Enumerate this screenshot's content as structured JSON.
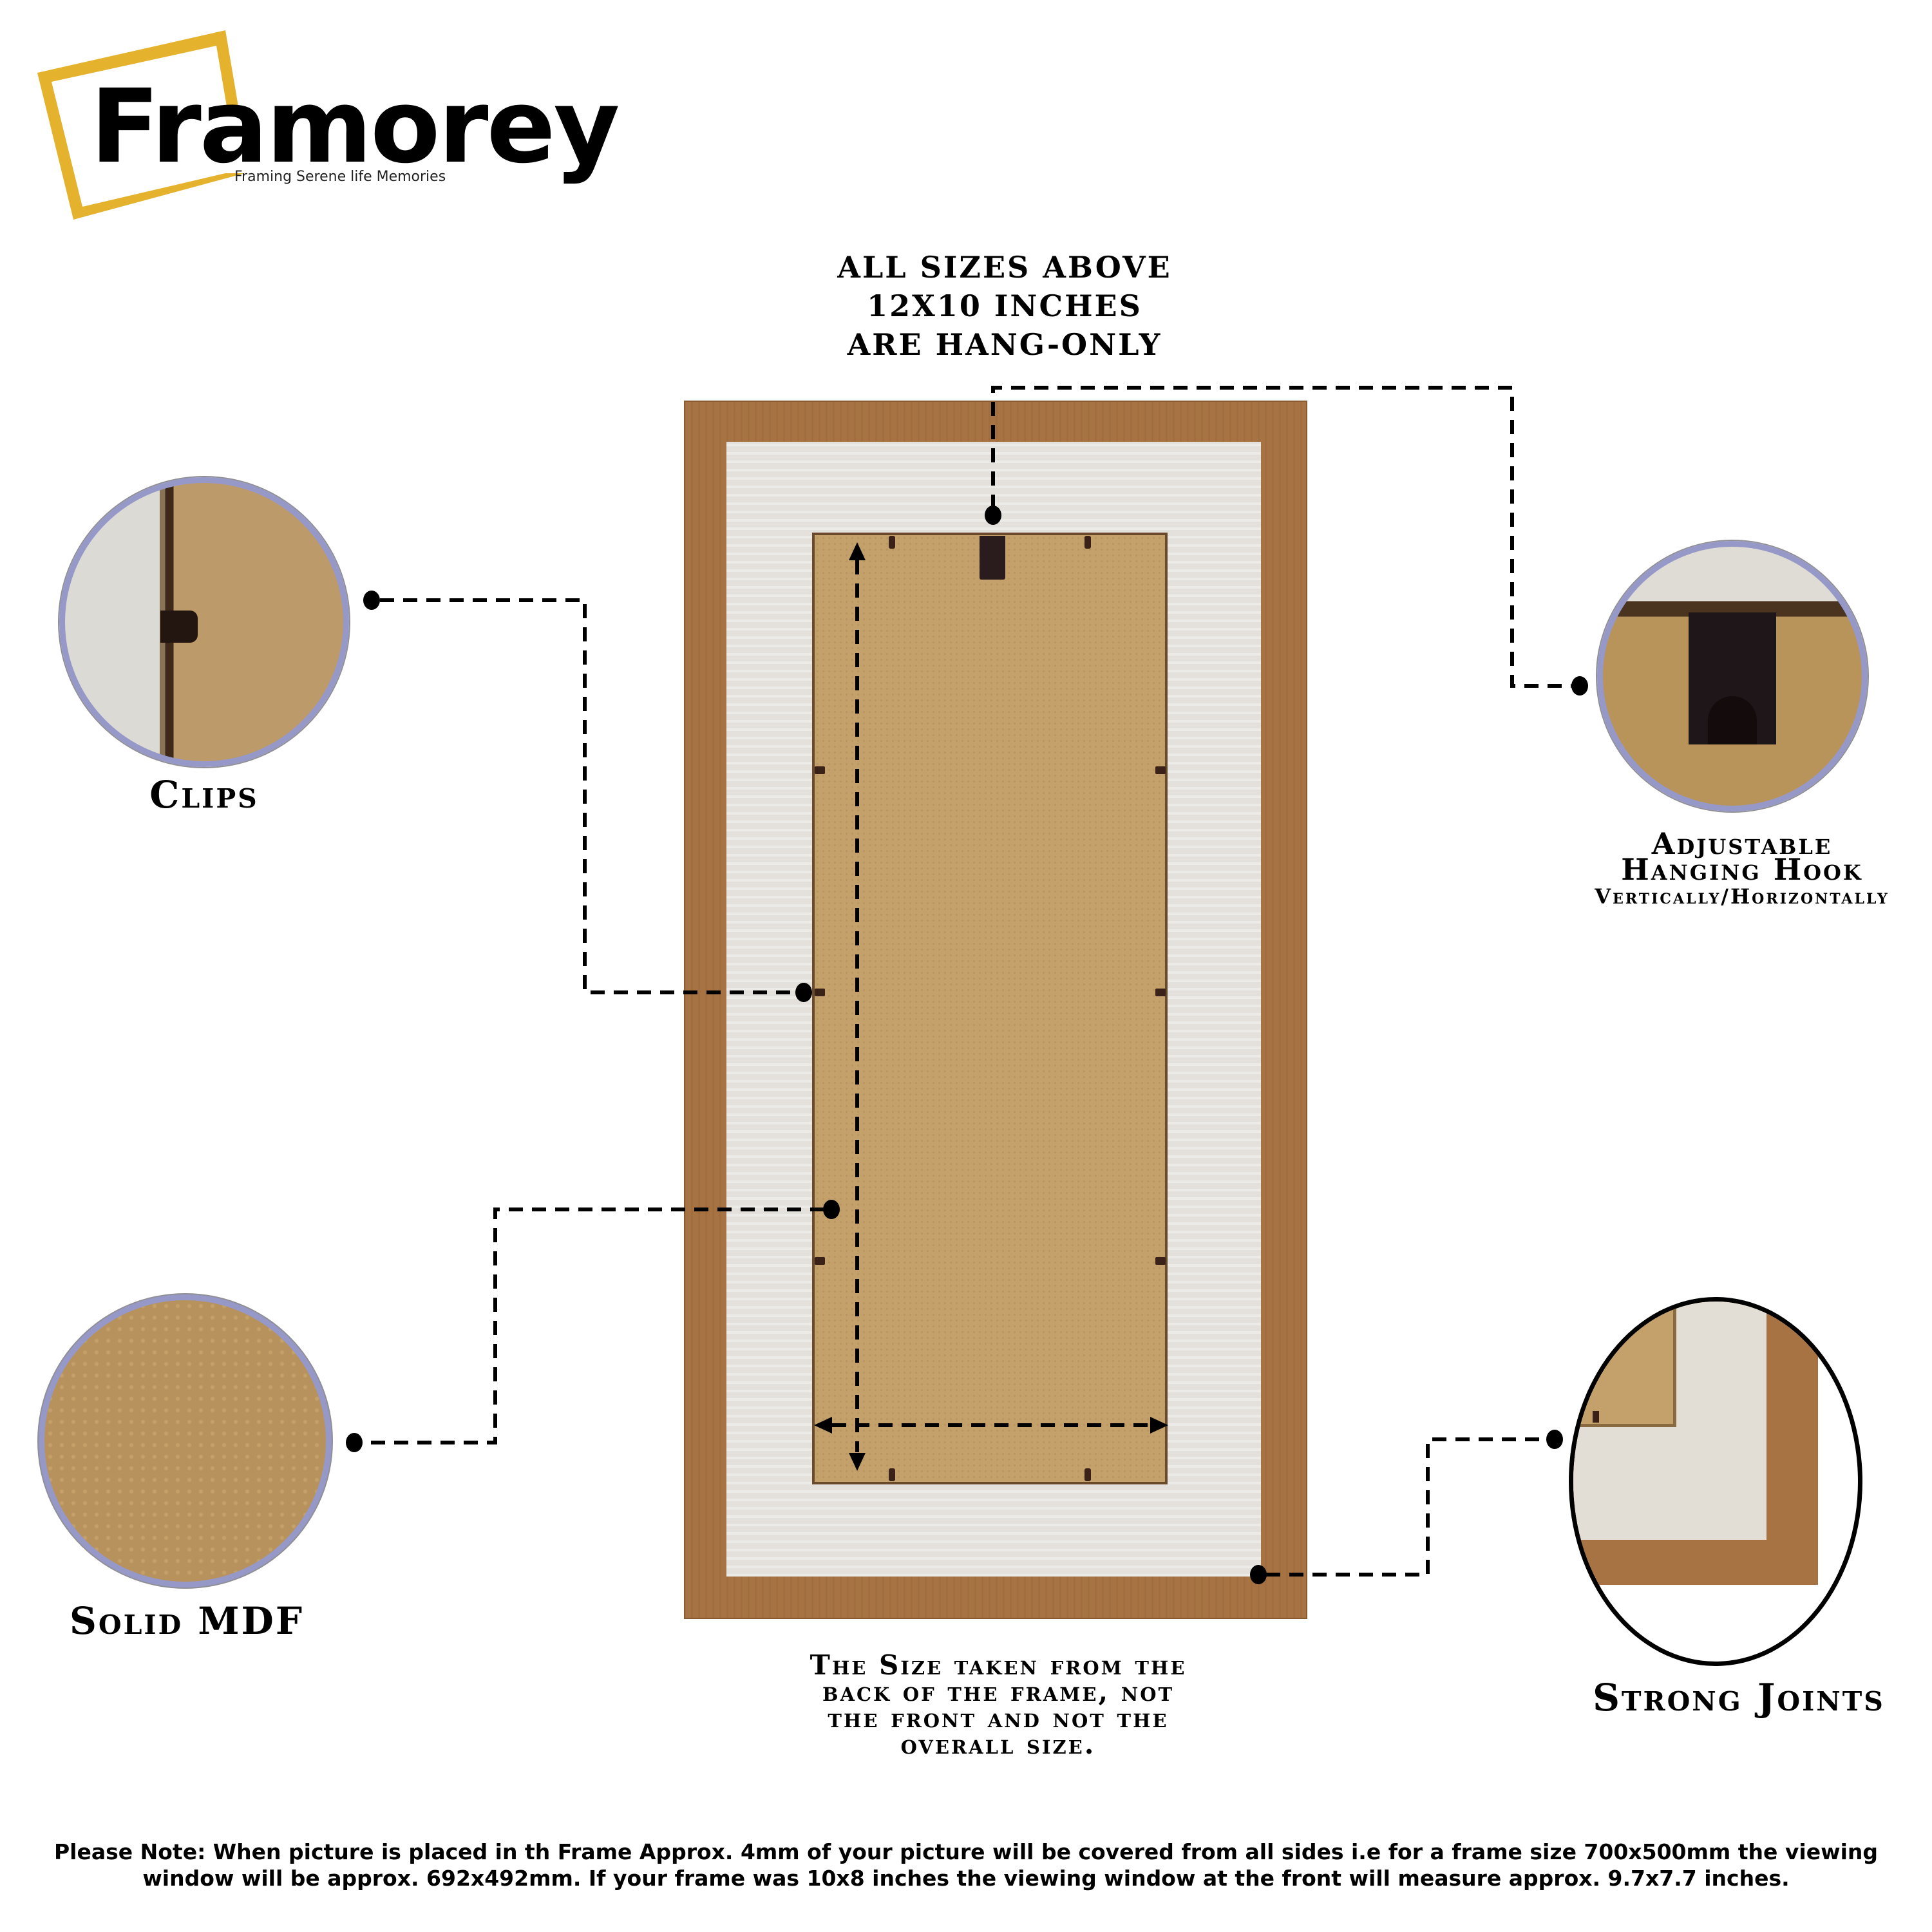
{
  "brand": {
    "name": "Framorey",
    "tagline": "Framing Serene life Memories",
    "accent_color": "#e5b22e"
  },
  "top_notice": {
    "lines": [
      "ALL SIZES ABOVE",
      "12X10 INCHES",
      "ARE HANG-ONLY"
    ]
  },
  "features": [
    {
      "id": "clips",
      "label": "Clips",
      "icon": "clip-detail-image"
    },
    {
      "id": "hook",
      "label": "Adjustable",
      "label2": "Hanging Hook",
      "sublabel": "Vertically/Horizontally",
      "icon": "hanging-hook-detail-image"
    },
    {
      "id": "mdf",
      "label": "Solid MDF",
      "icon": "mdf-texture-detail-image"
    },
    {
      "id": "joints",
      "label": "Strong Joints",
      "icon": "corner-joint-detail-image"
    }
  ],
  "size_note": {
    "lines": [
      "The Size taken from the",
      "back of the frame, not",
      "the front and not the",
      "overall size."
    ]
  },
  "footer_note": {
    "line1": "Please Note: When picture is placed in th Frame Approx. 4mm of your picture will be covered from all sides i.e for a frame size 700x500mm the viewing",
    "line2": "window will be approx. 692x492mm. If your frame was 10x8 inches the viewing window at the front will measure approx. 9.7x7.7 inches."
  },
  "colors": {
    "frame_wood": "#a77342",
    "matte_white": "#e4e1dc",
    "mdf_backing": "#c4a06a",
    "circle_border": "#9698c8"
  }
}
